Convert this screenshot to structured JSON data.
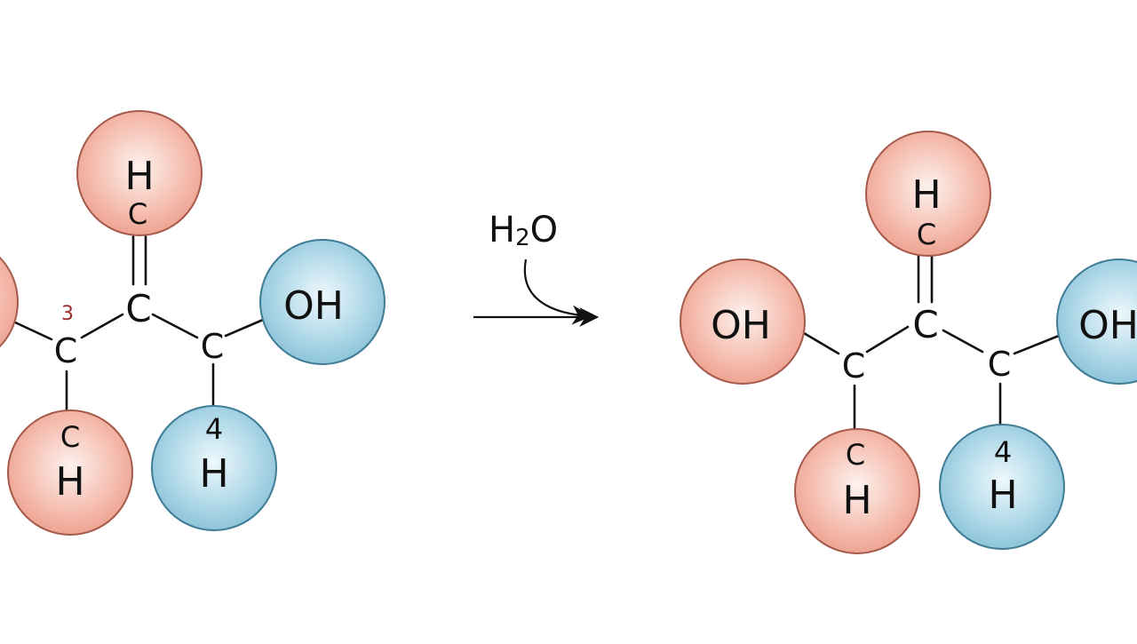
{
  "reactant": {
    "top_ball": {
      "label": "H",
      "sub": "C"
    },
    "left_ball": {
      "label": ""
    },
    "oh_ball": {
      "label": "OH"
    },
    "bottom_left_ball": {
      "label": "H",
      "sub": "C"
    },
    "bottom_right_ball": {
      "label": "H",
      "num": "4"
    },
    "center_carbon": "C",
    "left_carbon": "C",
    "right_carbon": "C",
    "locant": "3"
  },
  "reaction": {
    "reagent_main": "H",
    "reagent_sub": "2",
    "reagent_tail": "O"
  },
  "product": {
    "top_ball": {
      "label": "H",
      "sub": "C"
    },
    "oh_left_ball": {
      "label": "OH"
    },
    "oh_right_ball": {
      "label": "OH"
    },
    "bottom_left_ball": {
      "label": "H",
      "sub": "C"
    },
    "bottom_right_ball": {
      "label": "H",
      "num": "4"
    },
    "center_carbon": "C",
    "left_carbon": "C",
    "right_carbon": "C"
  },
  "colors": {
    "red_ball": "#f0a493",
    "blue_ball": "#8cc3d9"
  }
}
